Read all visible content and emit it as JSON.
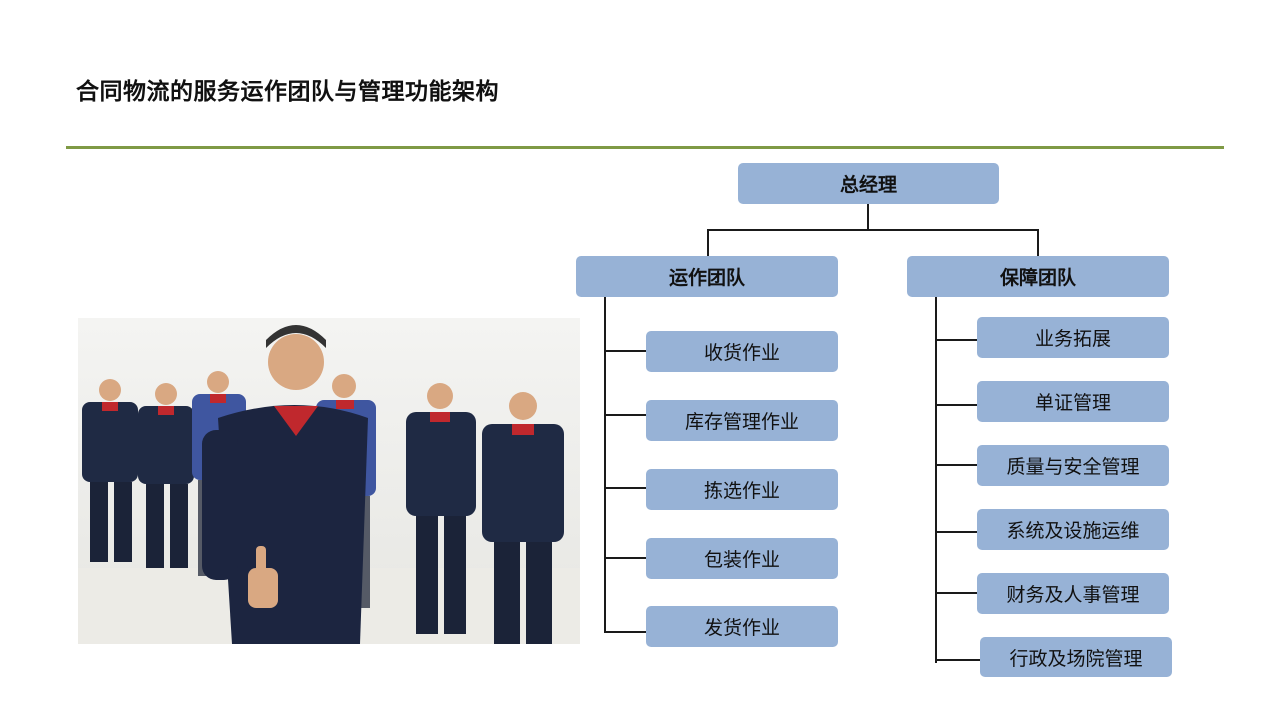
{
  "slide": {
    "title": "合同物流的服务运作团队与管理功能架构"
  },
  "org_chart": {
    "root": "总经理",
    "teams": [
      {
        "name": "运作团队",
        "items": [
          "收货作业",
          "库存管理作业",
          "拣选作业",
          "包装作业",
          "发货作业"
        ]
      },
      {
        "name": "保障团队",
        "items": [
          "业务拓展",
          "单证管理",
          "质量与安全管理",
          "系统及设施运维",
          "财务及人事管理",
          "行政及场院管理"
        ]
      }
    ]
  },
  "colors": {
    "box_fill": "#97b2d6",
    "rule": "#7f9a45",
    "connector": "#1a1a1a"
  }
}
